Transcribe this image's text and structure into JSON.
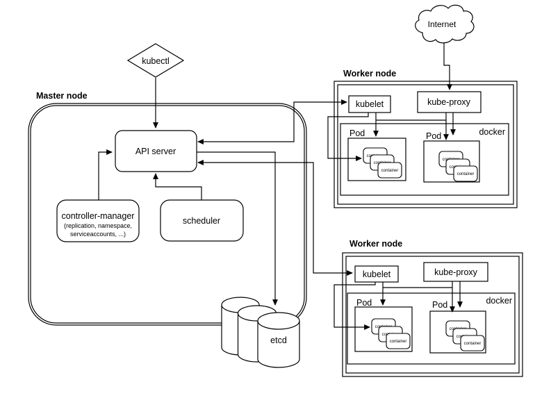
{
  "kubectl": {
    "label": "kubectl"
  },
  "internet": {
    "label": "Internet"
  },
  "master": {
    "title": "Master node",
    "api_server": {
      "label": "API server"
    },
    "controller_manager": {
      "label": "controller-manager",
      "sub1": "(replication, namespace,",
      "sub2": "serviceaccounts, ...)"
    },
    "scheduler": {
      "label": "scheduler"
    },
    "etcd": {
      "label": "etcd"
    }
  },
  "workers": [
    {
      "title": "Worker node",
      "kubelet": {
        "label": "kubelet"
      },
      "kube_proxy": {
        "label": "kube-proxy"
      },
      "docker": {
        "label": "docker"
      },
      "pods": [
        {
          "label": "Pod",
          "containers": [
            "container",
            "container",
            "container"
          ]
        },
        {
          "label": "Pod",
          "containers": [
            "container",
            "container",
            "container"
          ]
        }
      ]
    },
    {
      "title": "Worker node",
      "kubelet": {
        "label": "kubelet"
      },
      "kube_proxy": {
        "label": "kube-proxy"
      },
      "docker": {
        "label": "docker"
      },
      "pods": [
        {
          "label": "Pod",
          "containers": [
            "container",
            "container",
            "container"
          ]
        },
        {
          "label": "Pod",
          "containers": [
            "container",
            "container",
            "container"
          ]
        }
      ]
    }
  ],
  "colors": {
    "line": "#000000",
    "background": "#ffffff"
  }
}
